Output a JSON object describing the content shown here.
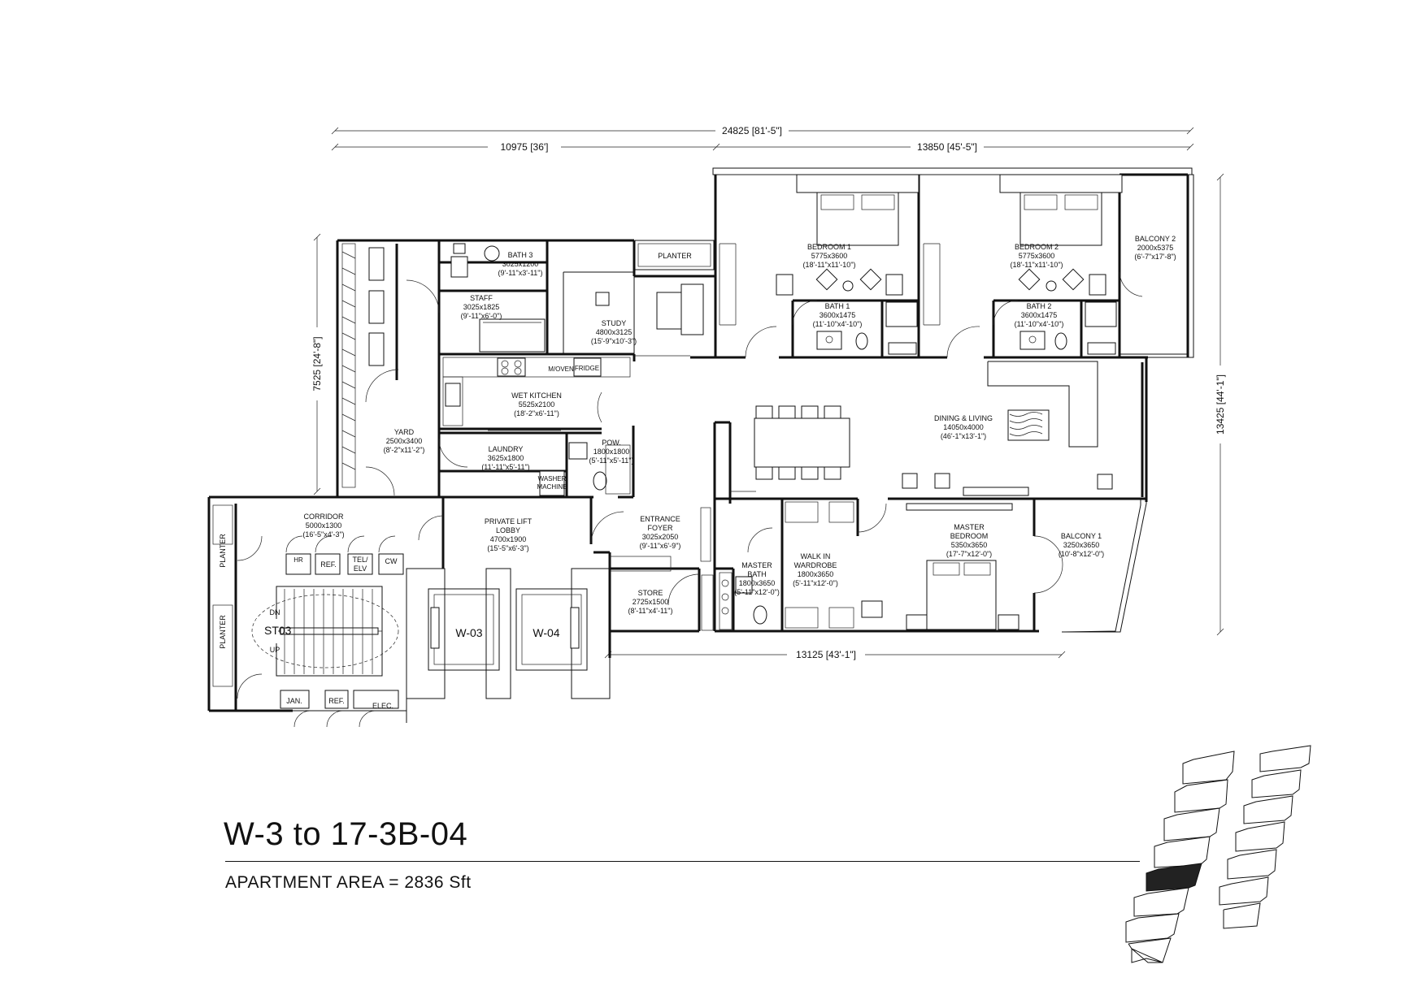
{
  "unit": {
    "title": "W-3 to 17-3B-04",
    "area_label": "APARTMENT AREA = 2836 Sft"
  },
  "dimensions": {
    "overall_width": "24825 [81'-5\"]",
    "left_width": "10975 [36']",
    "right_width": "13850 [45'-5\"]",
    "left_depth": "7525 [24'-8\"]",
    "right_depth": "13425 [44'-1\"]",
    "bottom_width": "13125 [43'-1\"]"
  },
  "rooms": {
    "planter_top": "PLANTER",
    "bedroom1": {
      "name": "BEDROOM 1",
      "size": "5775x3600",
      "imperial": "(18'-11\"x11'-10\")"
    },
    "bedroom2": {
      "name": "BEDROOM 2",
      "size": "5775x3600",
      "imperial": "(18'-11\"x11'-10\")"
    },
    "balcony2": {
      "name": "BALCONY 2",
      "size": "2000x5375",
      "imperial": "(6'-7\"x17'-8\")"
    },
    "bath3": {
      "name": "BATH 3",
      "size": "3025x1200",
      "imperial": "(9'-11\"x3'-11\")"
    },
    "staff": {
      "name": "STAFF",
      "size": "3025x1825",
      "imperial": "(9'-11\"x6'-0\")"
    },
    "study": {
      "name": "STUDY",
      "size": "4800x3125",
      "imperial": "(15'-9\"x10'-3\")"
    },
    "bath1": {
      "name": "BATH 1",
      "size": "3600x1475",
      "imperial": "(11'-10\"x4'-10\")"
    },
    "bath2": {
      "name": "BATH 2",
      "size": "3600x1475",
      "imperial": "(11'-10\"x4'-10\")"
    },
    "wet_kitchen": {
      "name": "WET KITCHEN",
      "size": "5525x2100",
      "imperial": "(18'-2\"x6'-11\")"
    },
    "dining_living": {
      "name": "DINING & LIVING",
      "size": "14050x4000",
      "imperial": "(46'-1\"x13'-1\")"
    },
    "yard": {
      "name": "YARD",
      "size": "2500x3400",
      "imperial": "(8'-2\"x11'-2\")"
    },
    "laundry": {
      "name": "LAUNDRY",
      "size": "3625x1800",
      "imperial": "(11'-11\"x5'-11\")"
    },
    "powder": {
      "name": "POW.",
      "size": "1800x1800",
      "imperial": "(5'-11\"x5'-11\")"
    },
    "corridor": {
      "name": "CORRIDOR",
      "size": "5000x1300",
      "imperial": "(16'-5\"x4'-3\")"
    },
    "private_lift_lobby": {
      "name1": "PRIVATE LIFT",
      "name2": "LOBBY",
      "size": "4700x1900",
      "imperial": "(15'-5\"x6'-3\")"
    },
    "entrance_foyer": {
      "name1": "ENTRANCE",
      "name2": "FOYER",
      "size": "3025x2050",
      "imperial": "(9'-11\"x6'-9\")"
    },
    "master_bedroom": {
      "name1": "MASTER",
      "name2": "BEDROOM",
      "size": "5350x3650",
      "imperial": "(17'-7\"x12'-0\")"
    },
    "balcony1": {
      "name": "BALCONY 1",
      "size": "3250x3650",
      "imperial": "(10'-8\"x12'-0\")"
    },
    "walk_in_wardrobe": {
      "name1": "WALK IN",
      "name2": "WARDROBE",
      "size": "1800x3650",
      "imperial": "(5'-11\"x12'-0\")"
    },
    "master_bath": {
      "name1": "MASTER",
      "name2": "BATH",
      "size": "1800x3650",
      "imperial": "(5'-11\"x12'-0\")"
    },
    "store": {
      "name": "STORE",
      "size": "2725x1500",
      "imperial": "(8'-11\"x4'-11\")"
    }
  },
  "core": {
    "planter_upper": "PLANTER",
    "planter_lower": "PLANTER",
    "stair": "ST03",
    "dn": "DN",
    "up": "UP",
    "hr": "HR",
    "ref_top": "REF.",
    "tel_elv_1": "TEL/",
    "tel_elv_2": "ELV",
    "cw": "CW",
    "jan": "JAN.",
    "ref_bottom": "REF.",
    "elec": "ELEC.",
    "lift1": "W-03",
    "lift2": "W-04"
  },
  "appliances": {
    "oven": "M/OVEN",
    "fridge": "FRIDGE",
    "washer1": "WASHER",
    "washer2": "MACHINE"
  }
}
